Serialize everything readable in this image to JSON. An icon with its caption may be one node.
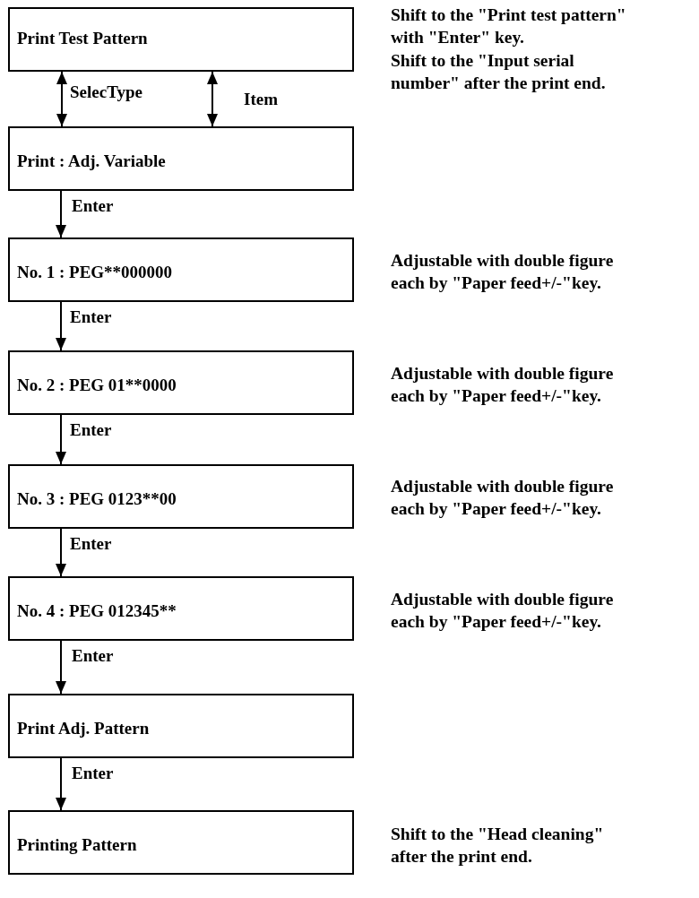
{
  "diagram": {
    "nodes": [
      {
        "text": [
          "Print Test Pattern"
        ],
        "beside": [
          "Shift to the \"Print test pattern\" with \"Enter\" key.",
          "Shift to the \"Input serial number\" after the print end."
        ]
      },
      {
        "text": [
          "Print : Adj. Variable"
        ]
      },
      {
        "text": [
          "No. 1 : PEG**000000"
        ],
        "beside": [
          "Adjustable with double figure each by \"Paper feed+/-\"key."
        ]
      },
      {
        "text": [
          "No. 2 : PEG 01**0000"
        ],
        "beside": [
          "Adjustable with double figure each by \"Paper feed+/-\"key."
        ]
      },
      {
        "text": [
          "No. 3 : PEG 0123**00"
        ],
        "beside": [
          "Adjustable with double figure each by \"Paper feed+/-\"key."
        ]
      },
      {
        "text": [
          "No. 4 : PEG 012345**"
        ],
        "beside": [
          "Adjustable with double figure each by \"Paper feed+/-\"key."
        ]
      },
      {
        "text": [
          "Print Adj. Pattern"
        ]
      },
      {
        "text": [
          "Printing Pattern"
        ],
        "beside": [
          "Shift to the \"Head cleaning\" after the print end."
        ]
      }
    ],
    "edges": [
      {
        "from": 0,
        "to": 1,
        "arrow": "both",
        "label": "SelecType"
      },
      {
        "from": 0,
        "to": 1,
        "arrow": "both",
        "label": "Item"
      },
      {
        "from": 1,
        "to": 2,
        "arrow": "to",
        "label": "Enter"
      },
      {
        "from": 2,
        "to": 3,
        "arrow": "to",
        "label": "Enter"
      },
      {
        "from": 3,
        "to": 4,
        "arrow": "to",
        "label": "Enter"
      },
      {
        "from": 4,
        "to": 5,
        "arrow": "to",
        "label": "Enter"
      },
      {
        "from": 5,
        "to": 6,
        "arrow": "to",
        "label": "Enter"
      },
      {
        "from": 6,
        "to": 7,
        "arrow": "to",
        "label": "Enter"
      }
    ]
  }
}
